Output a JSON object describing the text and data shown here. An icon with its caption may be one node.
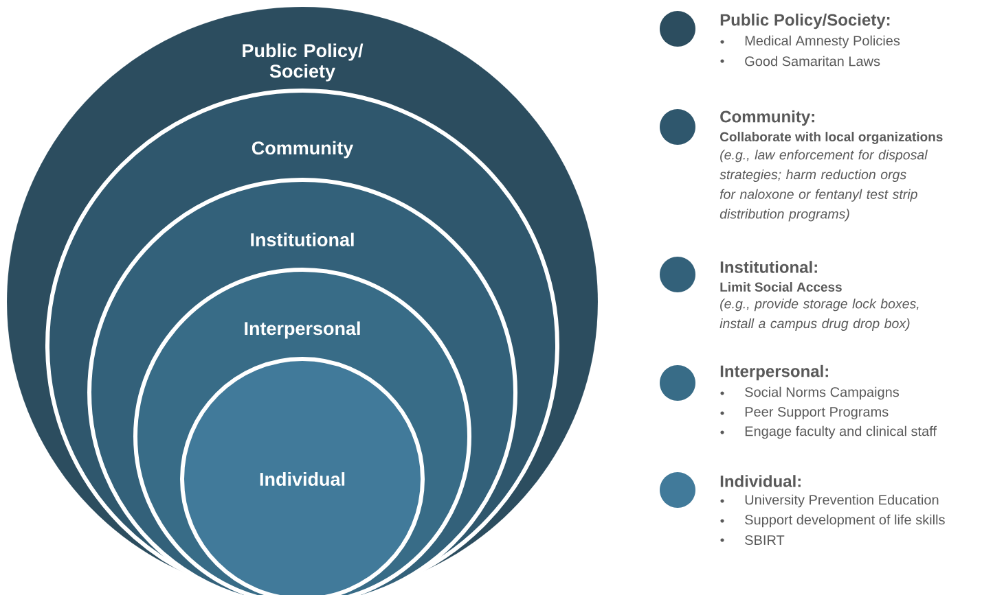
{
  "diagram": {
    "nodes": [
      {
        "text": [
          "Public Policy/ Society"
        ]
      },
      {
        "text": [
          "Community"
        ],
        "in": 0
      },
      {
        "text": [
          "Institutional"
        ],
        "in": 1
      },
      {
        "text": [
          "Interpersonal"
        ],
        "in": 2
      },
      {
        "text": [
          "Individual"
        ],
        "in": 3
      },
      {
        "text": [],
        "shape": "circle",
        "beside": [
          "Public Policy/Society:",
          "Medical Amnesty Policies",
          "Good Samaritan Laws"
        ]
      },
      {
        "text": [],
        "shape": "circle",
        "beside": [
          "Community:",
          "Collaborate with local organizations",
          "(e.g., law enforcement for disposal strategies; harm reduction orgs for naloxone or fentanyl test strip distribution programs)"
        ]
      },
      {
        "text": [],
        "shape": "circle",
        "beside": [
          "Institutional:",
          "Limit Social Access",
          "(e.g., provide storage lock boxes, install a campus drug drop box)"
        ]
      },
      {
        "text": [],
        "shape": "circle",
        "beside": [
          "Interpersonal:",
          "Social Norms Campaigns",
          "Peer Support Programs",
          "Engage faculty and clinical staff"
        ]
      },
      {
        "text": [],
        "shape": "circle",
        "beside": [
          "Individual:",
          "University Prevention Education",
          "Support development of life skills",
          "SBIRT"
        ]
      }
    ]
  }
}
